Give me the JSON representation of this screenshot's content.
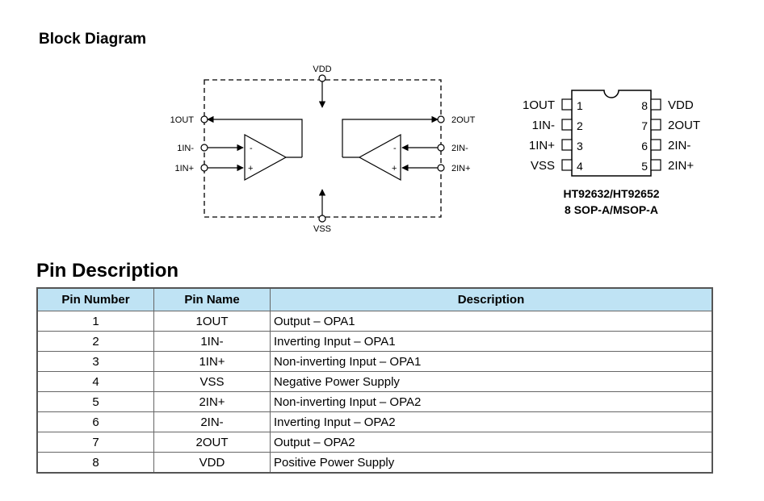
{
  "block_diagram": {
    "title": "Block Diagram",
    "labels": {
      "vdd": "VDD",
      "vss": "VSS",
      "out1": "1OUT",
      "in1_minus": "1IN-",
      "in1_plus": "1IN+",
      "out2": "2OUT",
      "in2_minus": "2IN-",
      "in2_plus": "2IN+",
      "minus_sign": "-",
      "plus_sign": "+"
    }
  },
  "package": {
    "part_numbers": "HT92632/HT92652",
    "package_type": "8 SOP-A/MSOP-A",
    "left_pins": [
      {
        "name": "1OUT",
        "number": "1"
      },
      {
        "name": "1IN-",
        "number": "2"
      },
      {
        "name": "1IN+",
        "number": "3"
      },
      {
        "name": "VSS",
        "number": "4"
      }
    ],
    "right_pins": [
      {
        "name": "VDD",
        "number": "8"
      },
      {
        "name": "2OUT",
        "number": "7"
      },
      {
        "name": "2IN-",
        "number": "6"
      },
      {
        "name": "2IN+",
        "number": "5"
      }
    ]
  },
  "pin_description": {
    "title": "Pin Description",
    "headers": [
      "Pin Number",
      "Pin Name",
      "Description"
    ],
    "rows": [
      {
        "number": "1",
        "name": "1OUT",
        "description": "Output – OPA1"
      },
      {
        "number": "2",
        "name": "1IN-",
        "description": "Inverting Input – OPA1"
      },
      {
        "number": "3",
        "name": "1IN+",
        "description": "Non-inverting Input – OPA1"
      },
      {
        "number": "4",
        "name": "VSS",
        "description": "Negative Power Supply"
      },
      {
        "number": "5",
        "name": "2IN+",
        "description": "Non-inverting Input – OPA2"
      },
      {
        "number": "6",
        "name": "2IN-",
        "description": "Inverting Input – OPA2"
      },
      {
        "number": "7",
        "name": "2OUT",
        "description": "Output – OPA2"
      },
      {
        "number": "8",
        "name": "VDD",
        "description": "Positive Power Supply"
      }
    ]
  }
}
